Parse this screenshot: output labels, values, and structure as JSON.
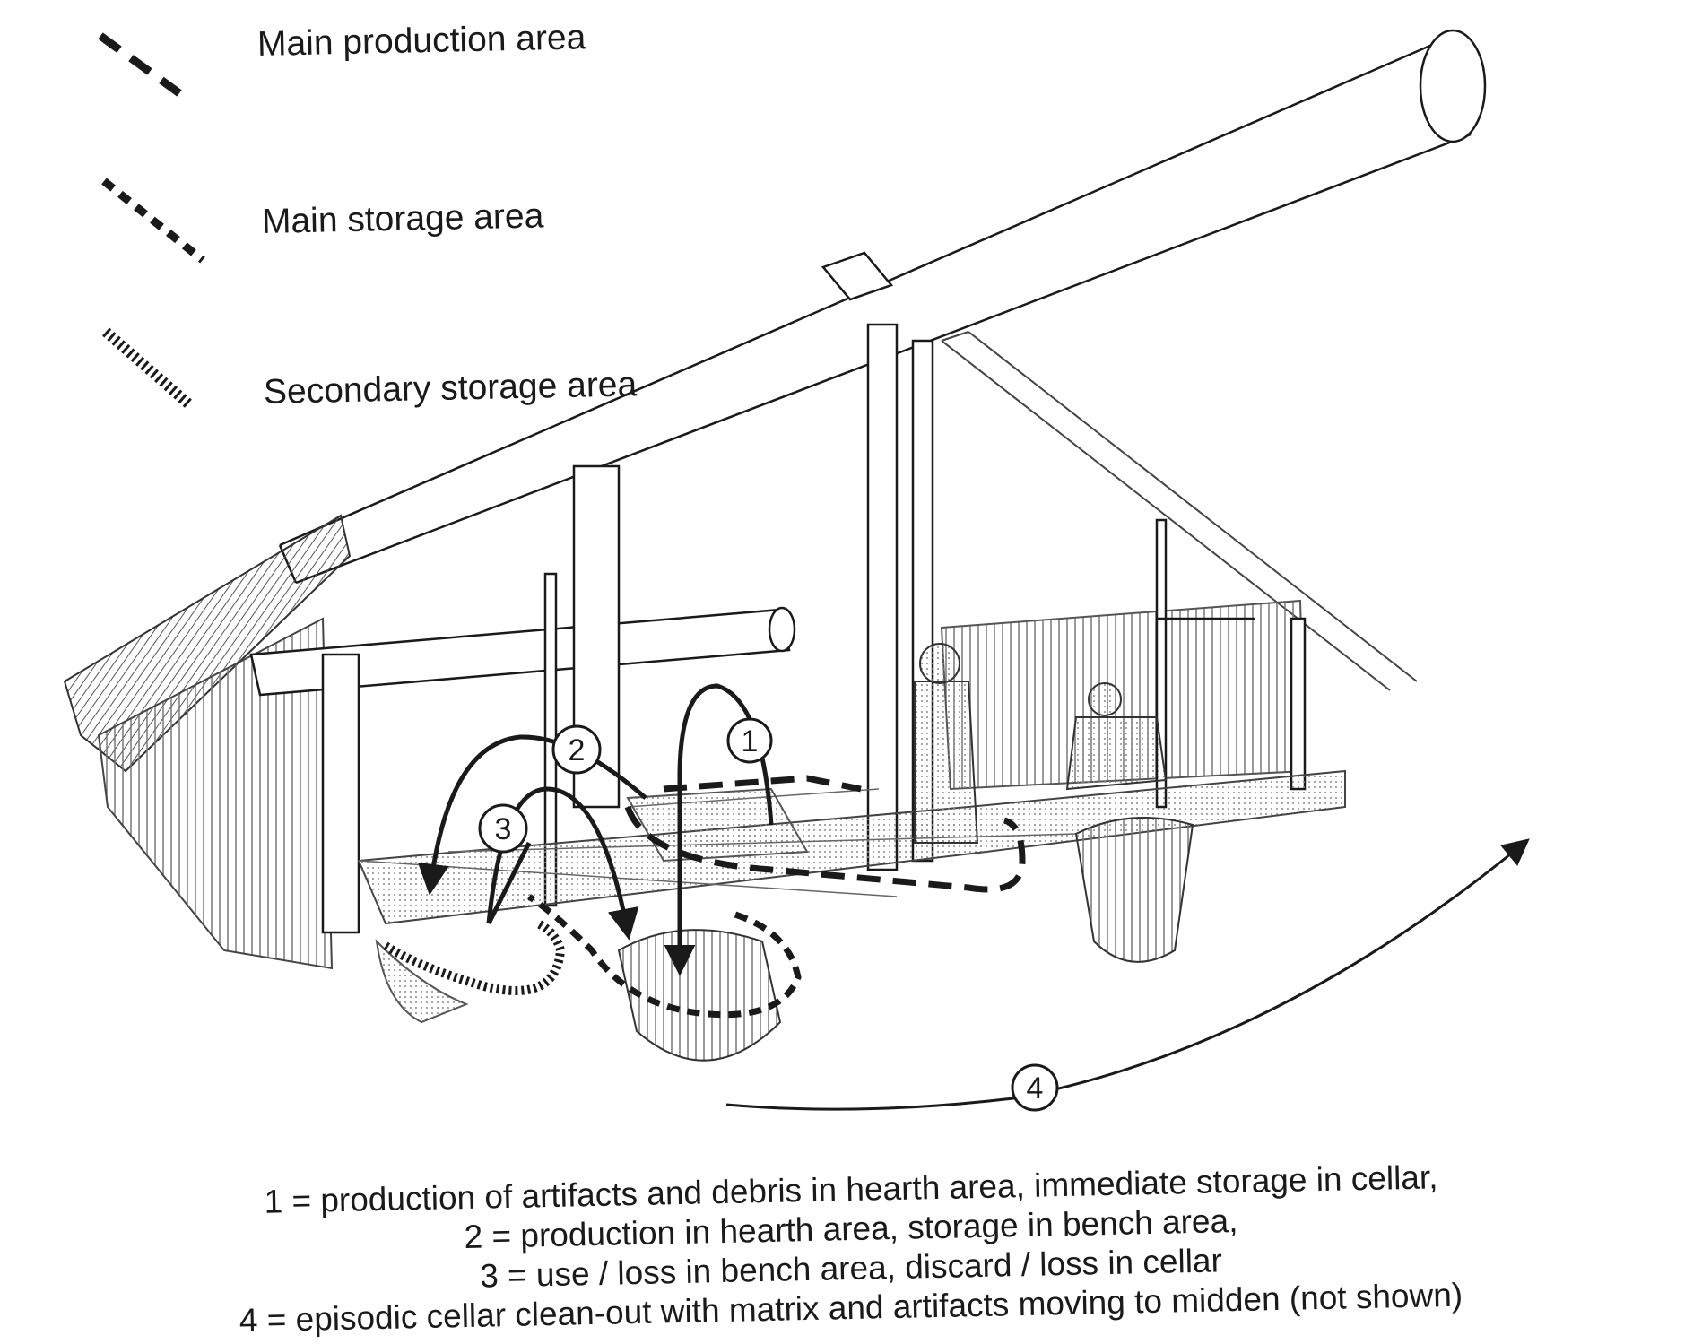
{
  "legend": {
    "items": [
      {
        "label": "Main production area",
        "style": "long-dash"
      },
      {
        "label": "Main storage area",
        "style": "medium-dash"
      },
      {
        "label": "Secondary storage area",
        "style": "dotted"
      }
    ]
  },
  "markers": [
    {
      "num": "1"
    },
    {
      "num": "2"
    },
    {
      "num": "3"
    },
    {
      "num": "4"
    }
  ],
  "caption": {
    "lines": [
      "1 = production of artifacts and debris in hearth area, immediate storage in cellar,",
      "2 = production in hearth area, storage in bench area,",
      "3 = use / loss in bench area, discard / loss in cellar",
      "4 = episodic cellar clean-out with matrix and artifacts moving to midden (not shown)"
    ]
  },
  "colors": {
    "ink": "#1a1a1a",
    "sketch_fill": "#d6d6d6",
    "paper": "#ffffff"
  }
}
